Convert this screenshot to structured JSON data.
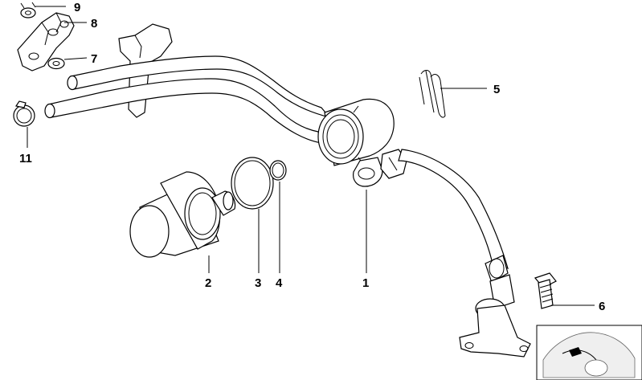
{
  "callouts": {
    "c1": "1",
    "c2": "2",
    "c3": "3",
    "c4": "4",
    "c5": "5",
    "c6": "6",
    "c7": "7",
    "c8": "8",
    "c9": "9",
    "c11": "11"
  },
  "colors": {
    "line": "#000000",
    "background": "#ffffff",
    "inset_fill": "#efefef"
  }
}
